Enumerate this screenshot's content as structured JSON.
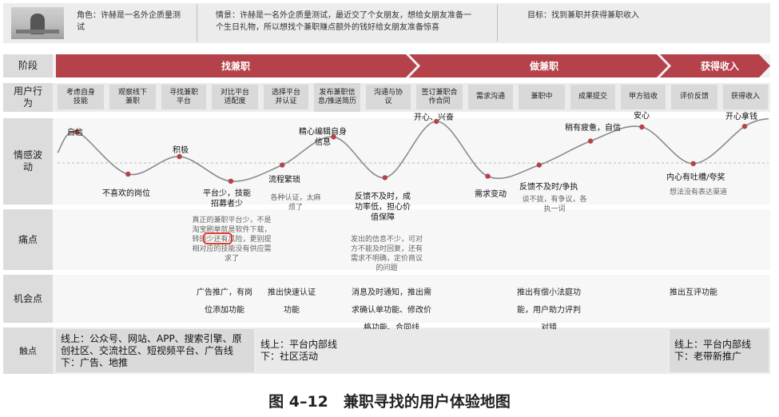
{
  "header": {
    "role": "角色：许赫是一名外企质量测试",
    "scenario": "情景：许赫是一名外企质量测试，最近交了个女朋友，想给女朋友准备一个生日礼物，所以想找个兼职赚点额外的钱好给女朋友准备惊喜",
    "goal": "目标：找到兼职并获得兼职收入"
  },
  "rows": {
    "stage": "阶段",
    "behavior": "用户行为",
    "emotion": "情感波动",
    "pain": "痛点",
    "opportunity": "机会点",
    "touchpoint": "触点"
  },
  "stages": [
    "找兼职",
    "做兼职",
    "获得收入"
  ],
  "behaviors": [
    "考虑自身技能",
    "观察线下兼职",
    "寻找兼职平台",
    "对比平台适配度",
    "选择平台并认证",
    "发布兼职信息/推送简历",
    "沟通与协议",
    "签订兼职合作合同",
    "需求沟通",
    "兼职中",
    "成果提交",
    "甲方验收",
    "评价反馈",
    "获得收入"
  ],
  "emotions": [
    {
      "text": "自信"
    },
    {
      "text": "不喜欢的岗位"
    },
    {
      "text": "积极"
    },
    {
      "text": "平台少，技能招募者少"
    },
    {
      "text": "流程繁琐"
    },
    {
      "text": "精心编辑自身信息"
    },
    {
      "text": "反馈不及时，成功率低，担心价值保障"
    },
    {
      "text": "开心、兴奋"
    },
    {
      "text": "需求变动"
    },
    {
      "text": "反馈不及时/争执"
    },
    {
      "text": "稍有疲惫，自信"
    },
    {
      "text": "安心"
    },
    {
      "text": "内心有吐槽/夸奖"
    },
    {
      "text": "开心拿钱"
    }
  ],
  "emotion_notes": {
    "cert": "各种认证，太麻烦了",
    "dispute": "谈不拢，有争议，各执一词",
    "review": "想法没有表达渠道"
  },
  "pains": {
    "platform": "真正的兼职平台少，不是淘宝刷单就是软件下载，转的少还有风险，更别提相对应的技能没有供应需求了",
    "feedback": "发出的信息不少，可对方不能及时回复，还有需求不明确，定价商议的问题"
  },
  "opportunities": [
    "广告推广，有岗位添加功能",
    "推出快速认证功能",
    "消息及时通知，推出需求确认单功能、修改价格功能、合同线",
    "推出有偿小法庭功能，用户助力评判对错",
    "推出互评功能"
  ],
  "touchpoints": {
    "a": "线上：公众号、网站、APP、搜索引擎、原创社区、交流社区、短视频平台、广告线下：广告、地推",
    "b": "线上：平台内部线下：社区活动",
    "c": "线上：平台内部线下：老带新推广"
  },
  "caption": "图 4–12　兼职寻找的用户体验地图",
  "chart_data": {
    "type": "line",
    "title": "",
    "points": [
      {
        "label": "自信",
        "level": 0.85
      },
      {
        "label": "不喜欢的岗位",
        "level": 0.25
      },
      {
        "label": "积极",
        "level": 0.5
      },
      {
        "label": "平台少，技能招募者少",
        "level": 0.15
      },
      {
        "label": "流程繁琐",
        "level": 0.38
      },
      {
        "label": "精心编辑自身信息",
        "level": 0.78
      },
      {
        "label": "反馈不及时，成功率低，担心价值保障",
        "level": 0.2
      },
      {
        "label": "开心、兴奋",
        "level": 1.0
      },
      {
        "label": "需求变动",
        "level": 0.22
      },
      {
        "label": "反馈不及时/争执",
        "level": 0.38
      },
      {
        "label": "稍有疲惫，自信",
        "level": 0.72
      },
      {
        "label": "安心",
        "level": 0.92
      },
      {
        "label": "内心有吐槽/夸奖",
        "level": 0.4
      },
      {
        "label": "开心拿钱",
        "level": 0.93
      }
    ]
  }
}
